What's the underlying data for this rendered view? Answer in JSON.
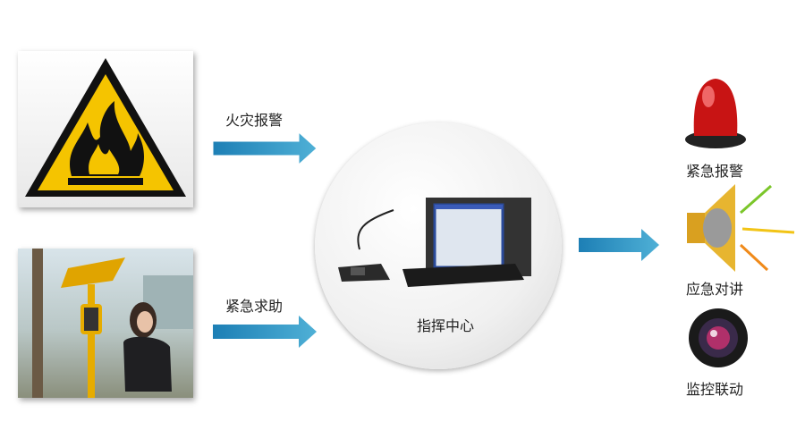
{
  "inputs": {
    "fire_alarm": {
      "label": "火灾报警",
      "icon": "fire-warning-sign-icon"
    },
    "emergency_help": {
      "label": "紧急求助",
      "icon": "emergency-call-post-photo"
    }
  },
  "center": {
    "label": "指挥中心",
    "icon": "command-console-icon"
  },
  "outputs": [
    {
      "label": "紧急报警",
      "icon": "alarm-light-icon"
    },
    {
      "label": "应急对讲",
      "icon": "speaker-icon"
    },
    {
      "label": "监控联动",
      "icon": "camera-icon"
    }
  ],
  "colors": {
    "arrow": "#2a8fc0",
    "sign": "#f5c400"
  }
}
